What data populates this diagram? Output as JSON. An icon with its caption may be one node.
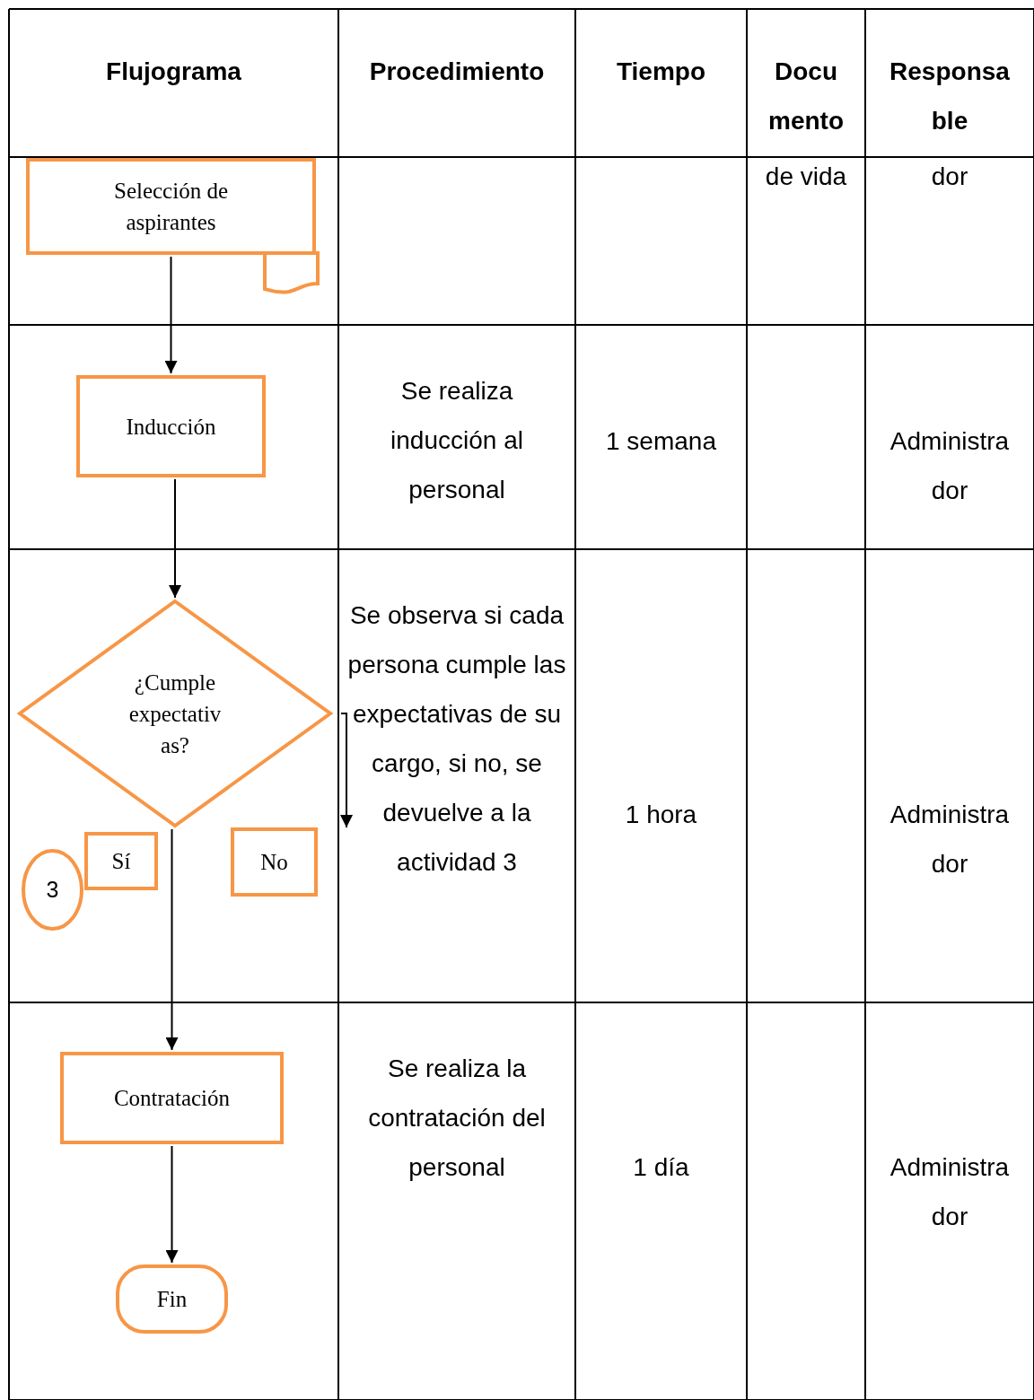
{
  "diagram": {
    "nodes": [
      {
        "text": [
          "Selección  de aspirantes"
        ]
      },
      {
        "text": [
          "Inducción"
        ]
      },
      {
        "text": [
          "¿Cumple expectativ as?"
        ]
      },
      {
        "text": [
          "Sí"
        ]
      },
      {
        "text": [
          "No"
        ]
      },
      {
        "text": [
          "3"
        ]
      },
      {
        "text": [
          "Contratación"
        ]
      },
      {
        "text": [
          "Fin"
        ]
      }
    ],
    "edges": [
      {
        "from": 0,
        "to": 1,
        "arrow": "to"
      },
      {
        "from": 1,
        "to": 2,
        "arrow": "to"
      },
      {
        "from": 2,
        "to": 6,
        "arrow": "to"
      },
      {
        "from": 6,
        "to": 7,
        "arrow": "to"
      }
    ],
    "labels": [
      "Flujograma",
      "Procedimiento",
      "Tiempo",
      "Docu mento",
      "Responsa ble",
      "de vida",
      "dor",
      "Se realiza inducción al personal",
      "1 semana",
      "Administra dor",
      "Se observa si cada persona cumple las expectativas  de su cargo, si no, se devuelve a la actividad 3",
      "1 hora",
      "Administra dor",
      "Se realiza la contratación del personal",
      "1 día",
      "Administra dor"
    ]
  }
}
